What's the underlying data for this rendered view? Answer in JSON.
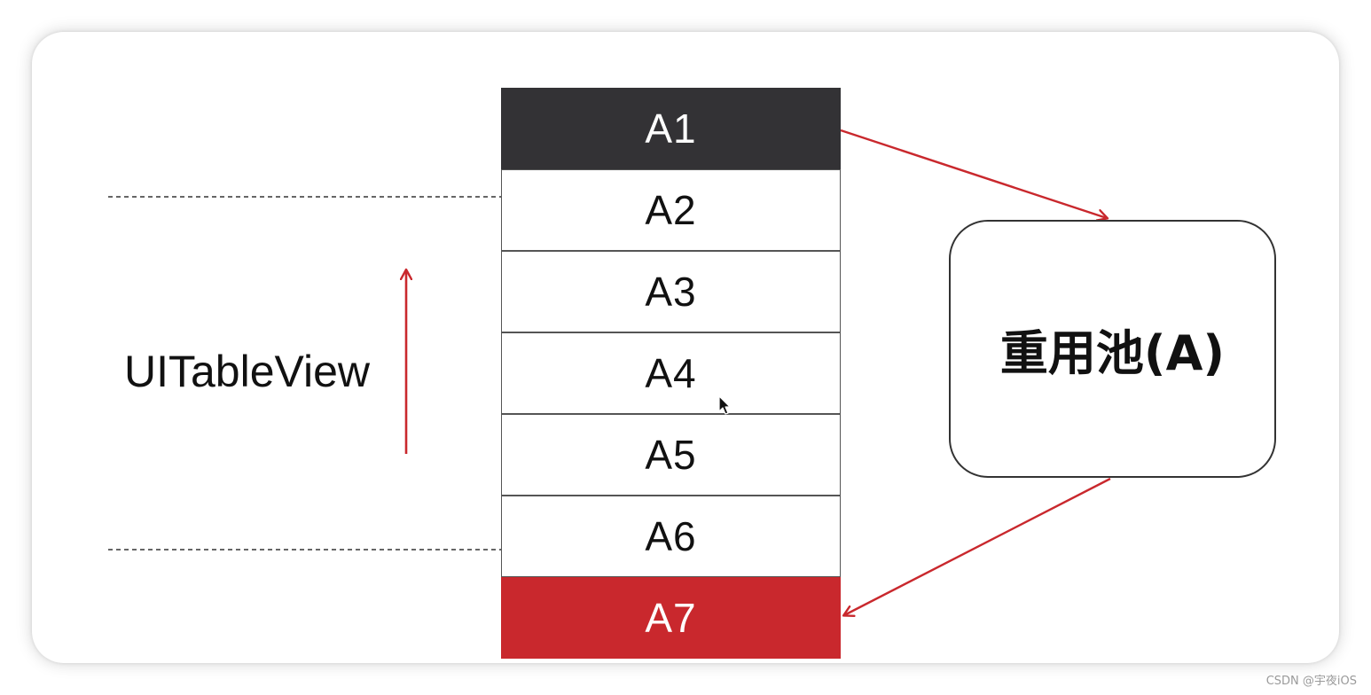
{
  "diagram": {
    "table_cells": [
      {
        "label": "A1",
        "state": "dark"
      },
      {
        "label": "A2",
        "state": "normal"
      },
      {
        "label": "A3",
        "state": "normal"
      },
      {
        "label": "A4",
        "state": "normal"
      },
      {
        "label": "A5",
        "state": "normal"
      },
      {
        "label": "A6",
        "state": "normal"
      },
      {
        "label": "A7",
        "state": "red"
      }
    ],
    "table_view_label": "UITableView",
    "reuse_pool_label": "重用池(A)",
    "colors": {
      "dark_cell": "#333235",
      "red_cell": "#c9282d",
      "arrow": "#c9282d",
      "dashed_line": "#666666"
    }
  },
  "watermark": "CSDN @宇夜iOS"
}
